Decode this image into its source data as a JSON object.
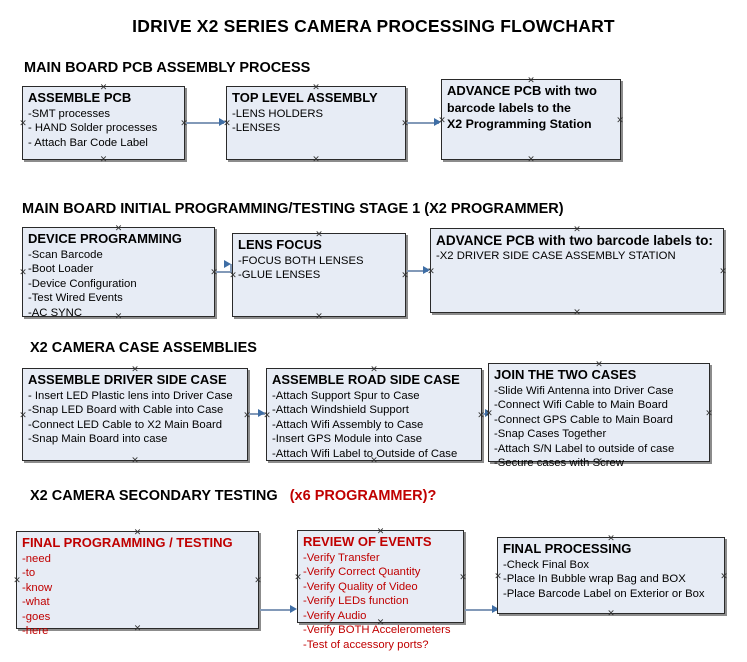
{
  "document": {
    "title": "IDRIVE X2  SERIES CAMERA PROCESSING FLOWCHART"
  },
  "sections": [
    {
      "id": "main-board-pcb-assembly",
      "heading": "MAIN BOARD PCB ASSEMBLY PROCESS",
      "heading_accent": "",
      "nodes": [
        {
          "id": "assemble-pcb",
          "title": "ASSEMBLE PCB",
          "lines": [
            "-SMT processes",
            "- HAND Solder processes",
            "- Attach Bar Code Label"
          ]
        },
        {
          "id": "top-level-assembly",
          "title": "TOP LEVEL ASSEMBLY",
          "lines": [
            "-LENS HOLDERS",
            "-LENSES"
          ]
        },
        {
          "id": "advance-pcb-x2-programming-station",
          "title": "ADVANCE PCB with two",
          "lines": [
            "barcode labels to the",
            " X2 Programming Station"
          ]
        }
      ]
    },
    {
      "id": "main-board-initial-programming",
      "heading": "MAIN BOARD INITIAL PROGRAMMING/TESTING STAGE 1 (X2 PROGRAMMER)",
      "heading_accent": "",
      "nodes": [
        {
          "id": "device-programming",
          "title": "DEVICE PROGRAMMING",
          "lines": [
            "-Scan Barcode",
            "-Boot Loader",
            "-Device Configuration",
            "-Test Wired Events",
            "-AC SYNC"
          ]
        },
        {
          "id": "lens-focus",
          "title": "LENS FOCUS",
          "lines": [
            "-FOCUS BOTH LENSES",
            "-GLUE LENSES"
          ]
        },
        {
          "id": "advance-pcb-driver-side-case",
          "title": "ADVANCE PCB with two barcode labels to:",
          "lines": [
            "-X2 DRIVER  SIDE  CASE  ASSEMBLY STATION"
          ]
        }
      ]
    },
    {
      "id": "x2-camera-case-assemblies",
      "heading": "X2 CAMERA CASE ASSEMBLIES",
      "heading_accent": "",
      "nodes": [
        {
          "id": "assemble-driver-side-case",
          "title": "ASSEMBLE DRIVER SIDE CASE",
          "lines": [
            "- Insert LED Plastic lens into Driver Case",
            "-Snap LED Board with Cable into Case",
            "-Connect LED Cable to X2 Main Board",
            "-Snap Main Board into case"
          ]
        },
        {
          "id": "assemble-road-side-case",
          "title": "ASSEMBLE ROAD SIDE CASE",
          "lines": [
            "-Attach Support Spur to Case",
            "-Attach Windshield Support",
            "-Attach Wifi Assembly to Case",
            "-Insert GPS Module into Case",
            "-Attach Wifi Label to Outside of Case"
          ]
        },
        {
          "id": "join-the-two-cases",
          "title": "JOIN THE TWO CASES",
          "lines": [
            "-Slide Wifi Antenna into Driver Case",
            "-Connect Wifi Cable to Main Board",
            "-Connect GPS Cable to Main Board",
            "-Snap Cases Together",
            "-Attach S/N Label to outside of case",
            "-Secure cases with Screw"
          ]
        }
      ]
    },
    {
      "id": "x2-camera-secondary-testing",
      "heading": "X2 CAMERA SECONDARY TESTING",
      "heading_accent": "(x6 PROGRAMMER)?",
      "nodes": [
        {
          "id": "final-programming-testing",
          "title": "FINAL PROGRAMMING / TESTING",
          "lines": [
            "-need",
            "-to",
            "-know",
            "-what",
            "-goes",
            "-here"
          ]
        },
        {
          "id": "review-of-events",
          "title": "REVIEW OF EVENTS",
          "lines": [
            "-Verify Transfer",
            "-Verify Correct Quantity",
            "-Verify Quality of Video",
            "-Verify LEDs function",
            "-Verify Audio",
            "-Verify BOTH Accelerometers",
            "-Test of accessory ports?"
          ]
        },
        {
          "id": "final-processing",
          "title": "FINAL PROCESSING",
          "lines": [
            " -Check Final Box",
            "-Place In Bubble wrap Bag and BOX",
            "-Place Barcode Label on Exterior or Box"
          ]
        }
      ]
    }
  ],
  "colors": {
    "box_fill": "#e7ecf5",
    "box_border": "#2a2a2a",
    "connector": "#8299b8",
    "arrow": "#3f6ea5",
    "accent_red": "#c00000",
    "text": "#000000"
  }
}
